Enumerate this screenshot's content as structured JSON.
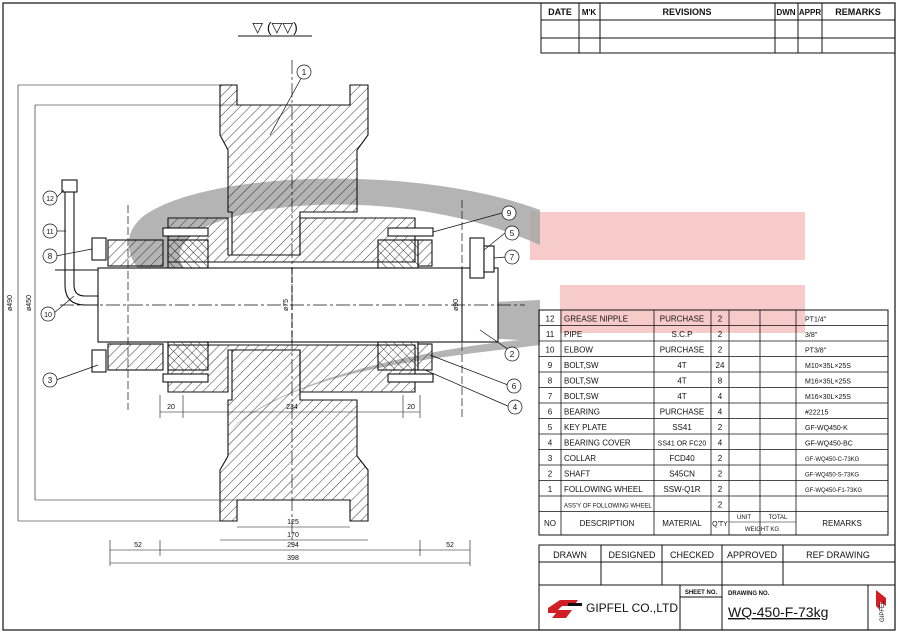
{
  "finish_symbol": "▽ (▽▽)",
  "revisions": {
    "headers": [
      "DATE",
      "M'K",
      "REVISIONS",
      "DWN",
      "APPR",
      "REMARKS"
    ]
  },
  "dimensions": {
    "d490": "ø490",
    "d450": "ø450",
    "d75": "ø75",
    "d90": "ø90",
    "left20": "20",
    "center234": "234",
    "right20": "20",
    "d125": "125",
    "d170": "170",
    "left52": "52",
    "d294": "294",
    "right52": "52",
    "d398": "398"
  },
  "balloons": {
    "b1": "1",
    "b2": "2",
    "b3": "3",
    "b4": "4",
    "b5": "5",
    "b6": "6",
    "b7": "7",
    "b8": "8",
    "b9": "9",
    "b10": "10",
    "b11": "11",
    "b12": "12"
  },
  "parts": [
    {
      "no": "12",
      "desc": "GREASE NIPPLE",
      "mat": "PURCHASE",
      "qty": "2",
      "unit": "",
      "total": "",
      "rem": "PT1/4\""
    },
    {
      "no": "11",
      "desc": "PIPE",
      "mat": "S.C.P",
      "qty": "2",
      "unit": "",
      "total": "",
      "rem": "3/8\""
    },
    {
      "no": "10",
      "desc": "ELBOW",
      "mat": "PURCHASE",
      "qty": "2",
      "unit": "",
      "total": "",
      "rem": "PT3/8\""
    },
    {
      "no": "9",
      "desc": "BOLT,SW",
      "mat": "4T",
      "qty": "24",
      "unit": "",
      "total": "",
      "rem": "M10×35L×25S"
    },
    {
      "no": "8",
      "desc": "BOLT,SW",
      "mat": "4T",
      "qty": "8",
      "unit": "",
      "total": "",
      "rem": "M16×35L×25S"
    },
    {
      "no": "7",
      "desc": "BOLT,SW",
      "mat": "4T",
      "qty": "4",
      "unit": "",
      "total": "",
      "rem": "M16×30L×25S"
    },
    {
      "no": "6",
      "desc": "BEARING",
      "mat": "PURCHASE",
      "qty": "4",
      "unit": "",
      "total": "",
      "rem": "#22215"
    },
    {
      "no": "5",
      "desc": "KEY PLATE",
      "mat": "SS41",
      "qty": "2",
      "unit": "",
      "total": "",
      "rem": "GF-WQ450-K"
    },
    {
      "no": "4",
      "desc": "BEARING COVER",
      "mat": "SS41 OR FC20",
      "qty": "4",
      "unit": "",
      "total": "",
      "rem": "GF-WQ450-BC"
    },
    {
      "no": "3",
      "desc": "COLLAR",
      "mat": "FCD40",
      "qty": "2",
      "unit": "",
      "total": "",
      "rem": "GF-WQ450-C-73KG"
    },
    {
      "no": "2",
      "desc": "SHAFT",
      "mat": "S45CN",
      "qty": "2",
      "unit": "",
      "total": "",
      "rem": "GF-WQ450-S-73KG"
    },
    {
      "no": "1",
      "desc": "FOLLOWING WHEEL",
      "mat": "SSW-Q1R",
      "qty": "2",
      "unit": "",
      "total": "",
      "rem": "GF-WQ450-F1-73KG"
    },
    {
      "no": "",
      "desc": "ASS'Y OF FOLLOWING WHEEL",
      "mat": "",
      "qty": "2",
      "unit": "",
      "total": "",
      "rem": ""
    }
  ],
  "parts_header": {
    "no": "NO",
    "desc": "DESCRIPTION",
    "mat": "MATERIAL",
    "qty": "Q'TY",
    "unit": "UNIT",
    "total": "TOTAL",
    "weight": "WEIGHT KG",
    "rem": "REMARKS"
  },
  "title_block": {
    "drawn": "DRAWN",
    "designed": "DESIGNED",
    "checked": "CHECKED",
    "approved": "APPROVED",
    "ref_drawing": "REF DRAWING",
    "sheet_no": "SHEET NO.",
    "drawing_no_label": "DRAWING NO.",
    "drawing_no": "WQ-450-F-73kg",
    "company": "GIPFEL CO.,LTD",
    "vertical_logo": "GIPFEL"
  },
  "colors": {
    "line": "#111111",
    "watermark_gray": "#8a8a8a",
    "watermark_pink": "#f4a7a7",
    "logo_red": "#d21f26"
  }
}
